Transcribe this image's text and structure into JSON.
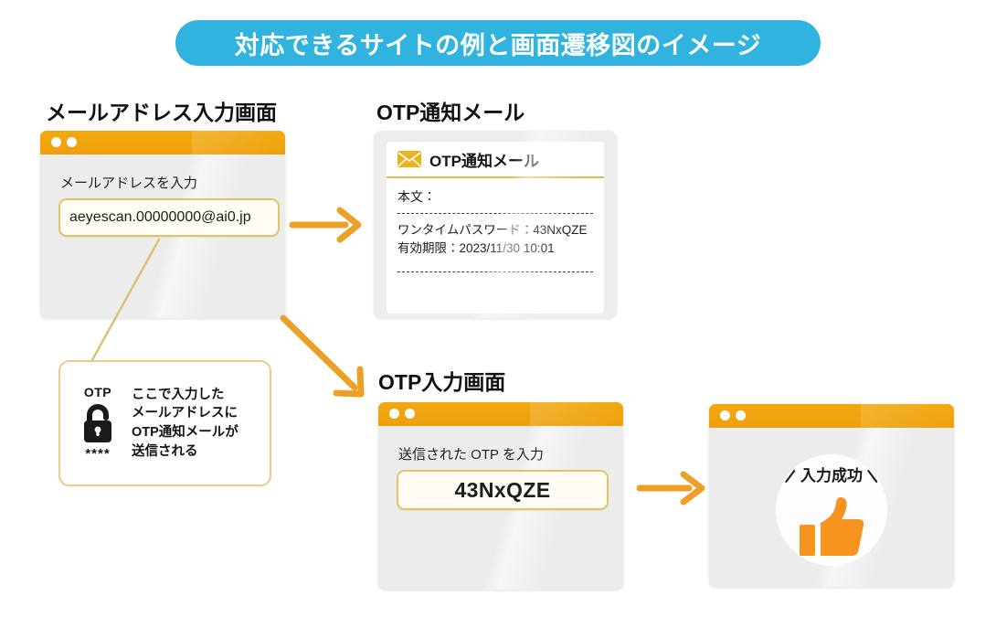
{
  "title": {
    "text": "対応できるサイトの例と画面遷移図のイメージ",
    "pill_color": "#31b3e0"
  },
  "theme": {
    "orange": "#eda00c",
    "accent_orange": "#ef8d1b",
    "field_border": "#e3c463",
    "panel_bg": "#ececec"
  },
  "sections": {
    "mail_input_heading": "メールアドレス入力画面",
    "otp_mail_heading": "OTP通知メール",
    "otp_input_heading": "OTP入力画面"
  },
  "mail_input_window": {
    "label": "メールアドレスを入力",
    "value": "aeyescan.00000000@ai0.jp"
  },
  "otp_mail_card": {
    "header_title": "OTP通知メール",
    "header_icon": "envelope-icon",
    "body_label": "本文：",
    "lines": [
      "ワンタイムパスワード：43NxQZE",
      "有効期限：2023/11/30 10:01"
    ]
  },
  "callout": {
    "icon_label": "OTP",
    "icon": "padlock-icon",
    "masked": "****",
    "lines": [
      "ここで入力した",
      "メールアドレスに",
      "OTP通知メールが",
      "送信される"
    ]
  },
  "otp_input_window": {
    "label": "送信された OTP を入力",
    "value": "43NxQZE"
  },
  "success_window": {
    "label": "入力成功",
    "icon": "thumbs-up-icon"
  },
  "arrows": [
    {
      "name": "arrow-mail-to-otpmail",
      "direction": "right"
    },
    {
      "name": "arrow-mail-to-otpinput",
      "direction": "down-right"
    },
    {
      "name": "arrow-otpinput-to-success",
      "direction": "right"
    }
  ]
}
